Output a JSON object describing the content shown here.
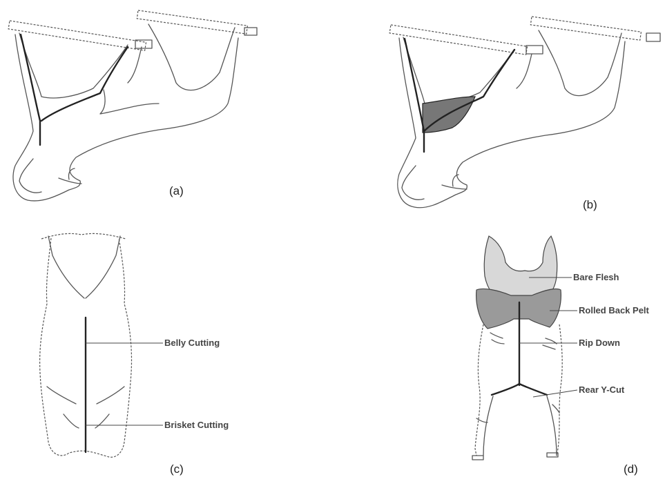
{
  "panels": {
    "a": {
      "label": "(a)"
    },
    "b": {
      "label": "(b)"
    },
    "c": {
      "label": "(c)",
      "callouts": [
        "Belly Cutting",
        "Brisket Cutting"
      ]
    },
    "d": {
      "label": "(d)",
      "callouts": [
        "Bare Flesh",
        "Rolled Back Pelt",
        "Rip Down",
        "Rear Y-Cut"
      ]
    }
  },
  "colors": {
    "line": "#555555",
    "bold_line": "#222222",
    "shaded_region": "#777777",
    "bare_flesh": "#d8d8d8",
    "rolled_pelt": "#9a9a9a"
  }
}
